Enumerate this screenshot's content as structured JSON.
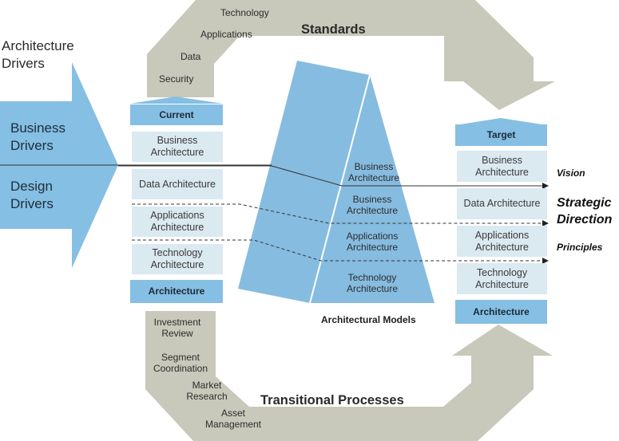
{
  "left_title": "Architecture Drivers",
  "drivers": {
    "business": "Business Drivers",
    "design": "Design Drivers"
  },
  "standards": {
    "title": "Standards",
    "items": [
      "Technology",
      "Applications",
      "Data",
      "Security"
    ]
  },
  "transitional": {
    "title": "Transitional Processes",
    "items": [
      "Investment Review",
      "Segment Coordination",
      "Market Research",
      "Asset Management"
    ]
  },
  "current": {
    "header": "Current",
    "rows": [
      "Business Architecture",
      "Data Architecture",
      "Applications Architecture",
      "Technology Architecture"
    ],
    "footer": "Architecture"
  },
  "target": {
    "header": "Target",
    "rows": [
      "Business Architecture",
      "Data Architecture",
      "Applications Architecture",
      "Technology Architecture"
    ],
    "footer": "Architecture"
  },
  "models": {
    "caption": "Architectural Models",
    "layers": [
      "Business Architecture",
      "Business Architecture",
      "Applications Architecture",
      "Technology Architecture"
    ]
  },
  "right_labels": {
    "vision": "Vision",
    "strategic": "Strategic Direction",
    "principles": "Principles"
  },
  "colors": {
    "arrow_gray": "#c8c8bb",
    "blue": "#85bfe3",
    "light_blue": "#dbe9f1"
  }
}
